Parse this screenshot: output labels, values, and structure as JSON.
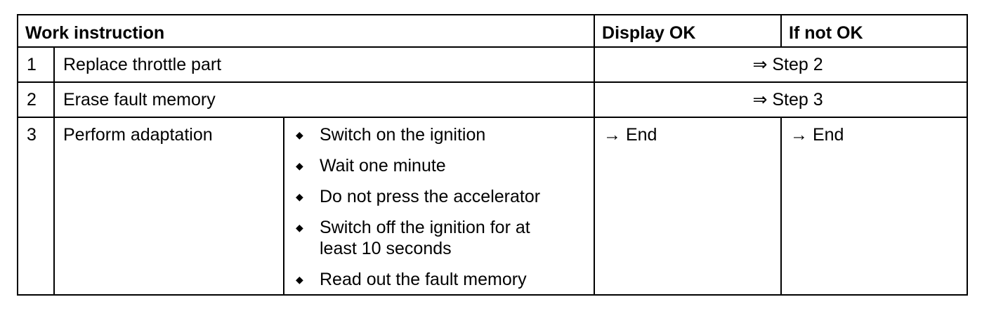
{
  "header": {
    "work_instruction": "Work instruction",
    "display_ok": "Display OK",
    "if_not_ok": "If not OK"
  },
  "rows": [
    {
      "num": "1",
      "instruction": "Replace throttle part",
      "result": "⇒ Step 2"
    },
    {
      "num": "2",
      "instruction": "Erase fault memory",
      "result": "⇒ Step 3"
    }
  ],
  "row3": {
    "num": "3",
    "instruction": "Perform adaptation",
    "steps": [
      "Switch on the ignition",
      "Wait one minute",
      "Do not press the accelerator",
      "Switch off the ignition for at least 10 seconds",
      "Read out the fault memory"
    ],
    "bullet_symbol": "◆",
    "display_ok": "→ End",
    "if_not_ok": "→ End"
  }
}
